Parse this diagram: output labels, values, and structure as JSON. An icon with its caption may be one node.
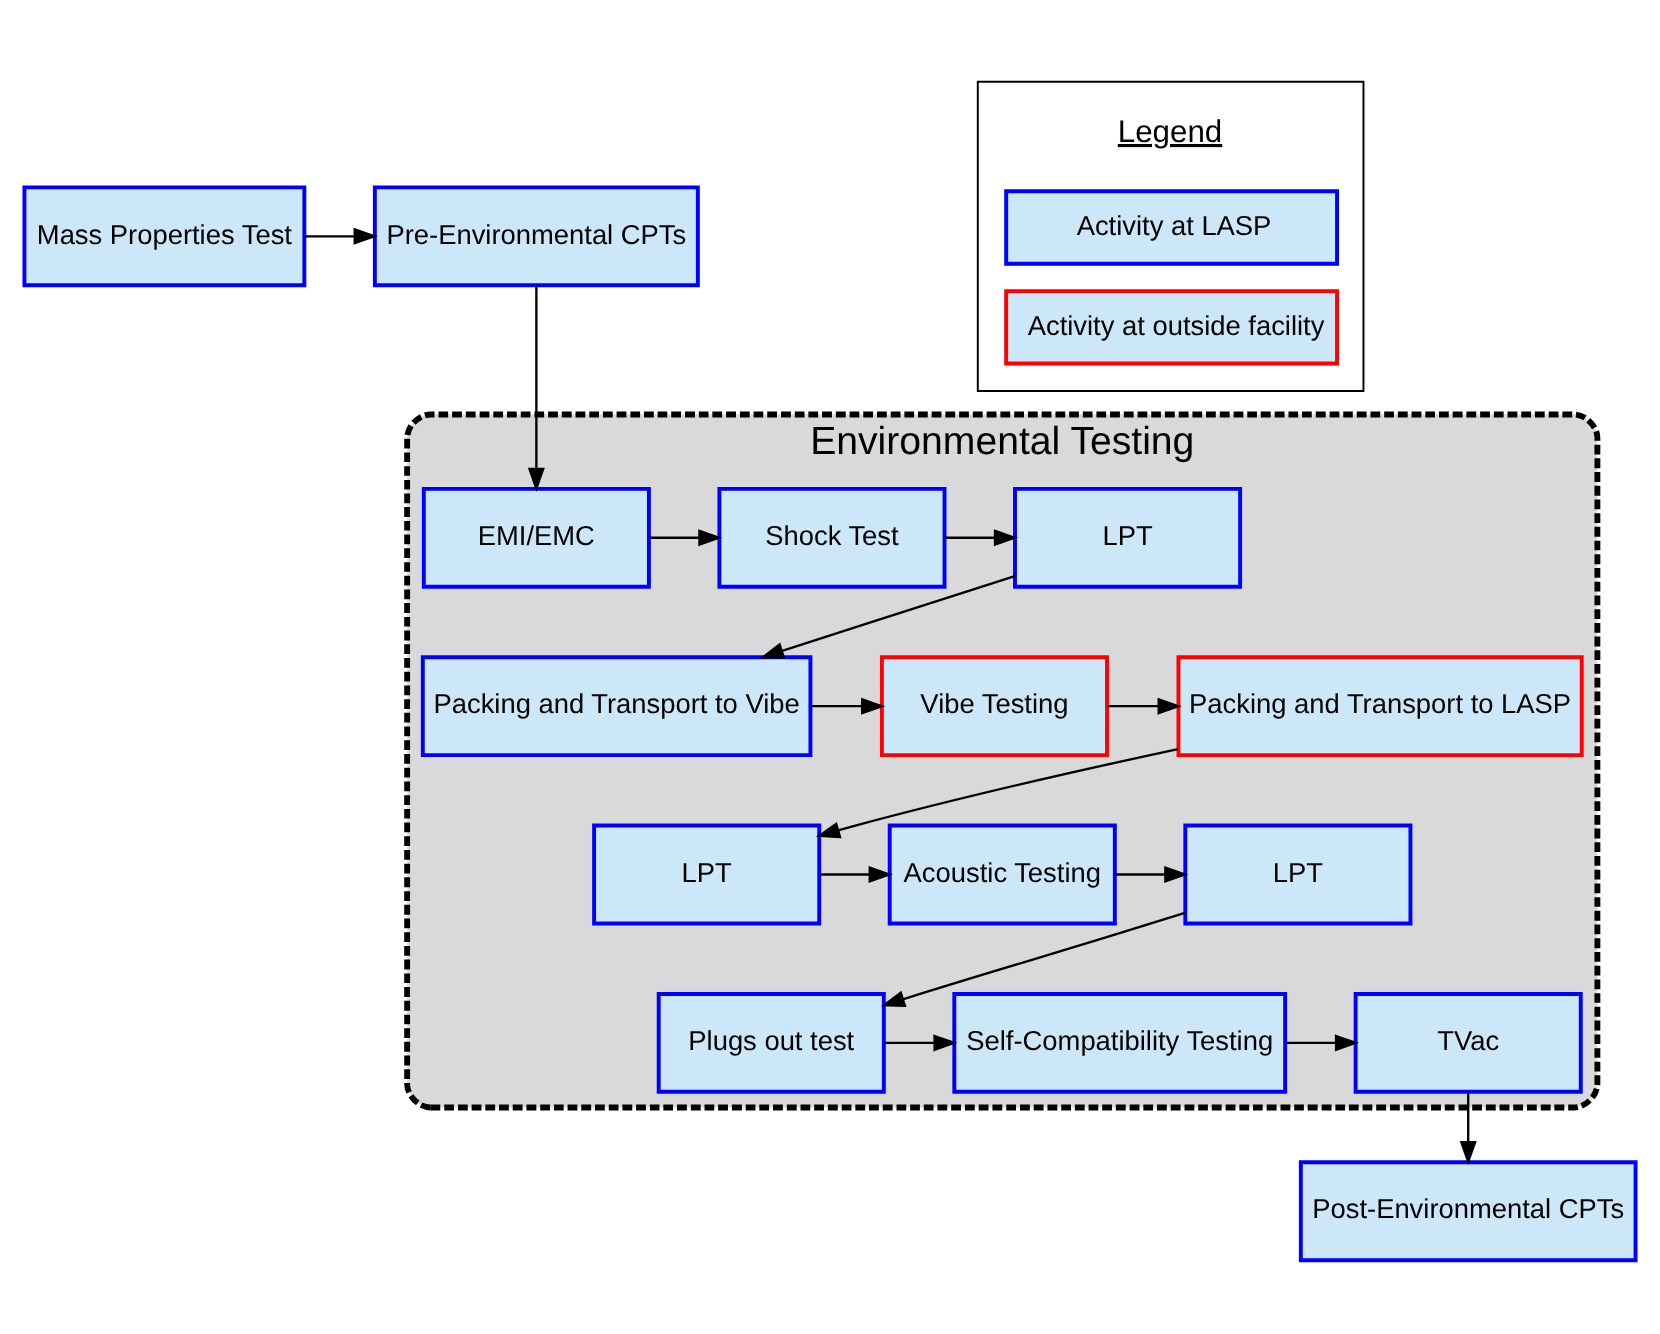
{
  "diagram": {
    "nodes": [
      {
        "text": [
          "Mass Properties Test"
        ]
      },
      {
        "text": [
          "Pre-Environmental CPTs"
        ]
      },
      {
        "text": [
          "Environmental Testing"
        ]
      },
      {
        "text": [
          "EMI/EMC"
        ],
        "in": 2
      },
      {
        "text": [
          "Shock Test"
        ],
        "in": 2
      },
      {
        "text": [
          "LPT"
        ],
        "in": 2
      },
      {
        "text": [
          "Packing and Transport to Vibe"
        ],
        "in": 2
      },
      {
        "text": [
          "Vibe Testing"
        ],
        "in": 2
      },
      {
        "text": [
          "Packing and Transport to LASP"
        ],
        "in": 2
      },
      {
        "text": [
          "LPT"
        ],
        "in": 2
      },
      {
        "text": [
          "Acoustic Testing"
        ],
        "in": 2
      },
      {
        "text": [
          "LPT"
        ],
        "in": 2
      },
      {
        "text": [
          "Plugs out test"
        ],
        "in": 2
      },
      {
        "text": [
          "Self-Compatibility Testing"
        ],
        "in": 2
      },
      {
        "text": [
          "TVac"
        ],
        "in": 2
      },
      {
        "text": [
          "Post-Environmental CPTs"
        ]
      }
    ],
    "edges": [
      {
        "from": 0,
        "to": 1,
        "arrow": "to"
      },
      {
        "from": 1,
        "to": 3,
        "arrow": "to"
      },
      {
        "from": 3,
        "to": 4,
        "arrow": "to"
      },
      {
        "from": 4,
        "to": 5,
        "arrow": "to"
      },
      {
        "from": 5,
        "to": 6,
        "arrow": "to"
      },
      {
        "from": 6,
        "to": 7,
        "arrow": "to"
      },
      {
        "from": 7,
        "to": 8,
        "arrow": "to"
      },
      {
        "from": 8,
        "to": 9,
        "arrow": "to"
      },
      {
        "from": 9,
        "to": 10,
        "arrow": "to"
      },
      {
        "from": 10,
        "to": 11,
        "arrow": "to"
      },
      {
        "from": 11,
        "to": 12,
        "arrow": "to"
      },
      {
        "from": 12,
        "to": 13,
        "arrow": "to"
      },
      {
        "from": 13,
        "to": 14,
        "arrow": "to"
      },
      {
        "from": 14,
        "to": 15,
        "arrow": "to"
      }
    ],
    "labels": [
      "Legend"
    ],
    "legend": [
      {
        "text": "Activity at LASP",
        "color": "#0000ff"
      },
      {
        "text": "Activity at outside facility",
        "color": "#ff0000"
      }
    ]
  }
}
